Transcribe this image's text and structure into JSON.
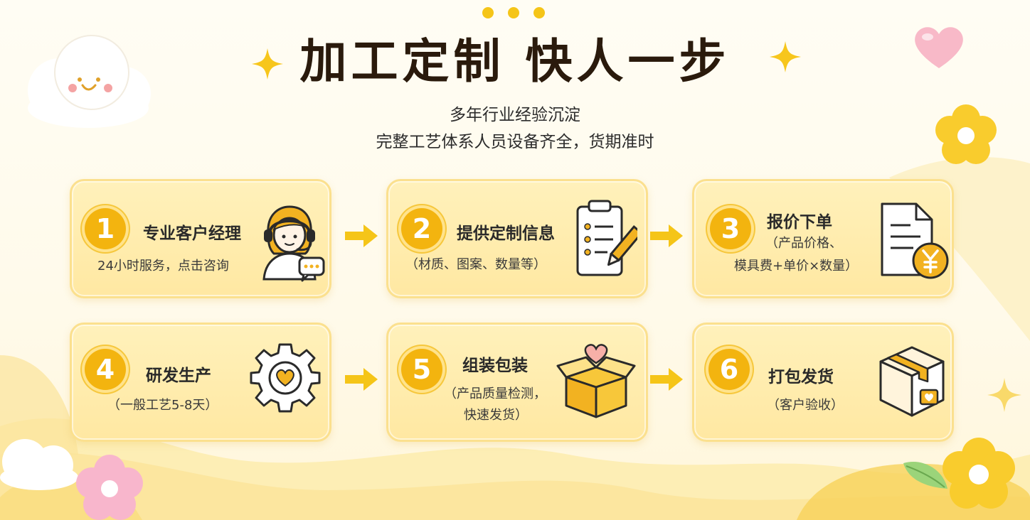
{
  "header": {
    "title": "加工定制 快人一步",
    "subtitle_line1": "多年行业经验沉淀",
    "subtitle_line2": "完整工艺体系人员设备齐全，货期准时"
  },
  "steps": [
    {
      "number": "1",
      "title": "专业客户经理",
      "desc_line1": "24小时服务，点击咨询",
      "desc_line2": "",
      "icon": "customer-service-agent"
    },
    {
      "number": "2",
      "title": "提供定制信息",
      "desc_line1": "（材质、图案、数量等）",
      "desc_line2": "",
      "icon": "clipboard-pencil"
    },
    {
      "number": "3",
      "title": "报价下单",
      "desc_line1": "（产品价格、",
      "desc_line2": "模具费+单价×数量）",
      "icon": "document-yen"
    },
    {
      "number": "4",
      "title": "研发生产",
      "desc_line1": "（一般工艺5-8天）",
      "desc_line2": "",
      "icon": "gear-heart"
    },
    {
      "number": "5",
      "title": "组装包装",
      "desc_line1": "（产品质量检测，",
      "desc_line2": "快速发货）",
      "icon": "open-box-heart"
    },
    {
      "number": "6",
      "title": "打包发货",
      "desc_line1": "（客户验收）",
      "desc_line2": "",
      "icon": "closed-box"
    }
  ],
  "decorations": [
    "cloud-face",
    "sparkle",
    "heart-balloon",
    "yellow-flower",
    "pink-flower",
    "leaf",
    "dots"
  ],
  "colors": {
    "accent": "#f3b40f",
    "card_bg": "#ffeeb2",
    "card_border": "#fbe08e",
    "title_text": "#2a1a0c"
  }
}
